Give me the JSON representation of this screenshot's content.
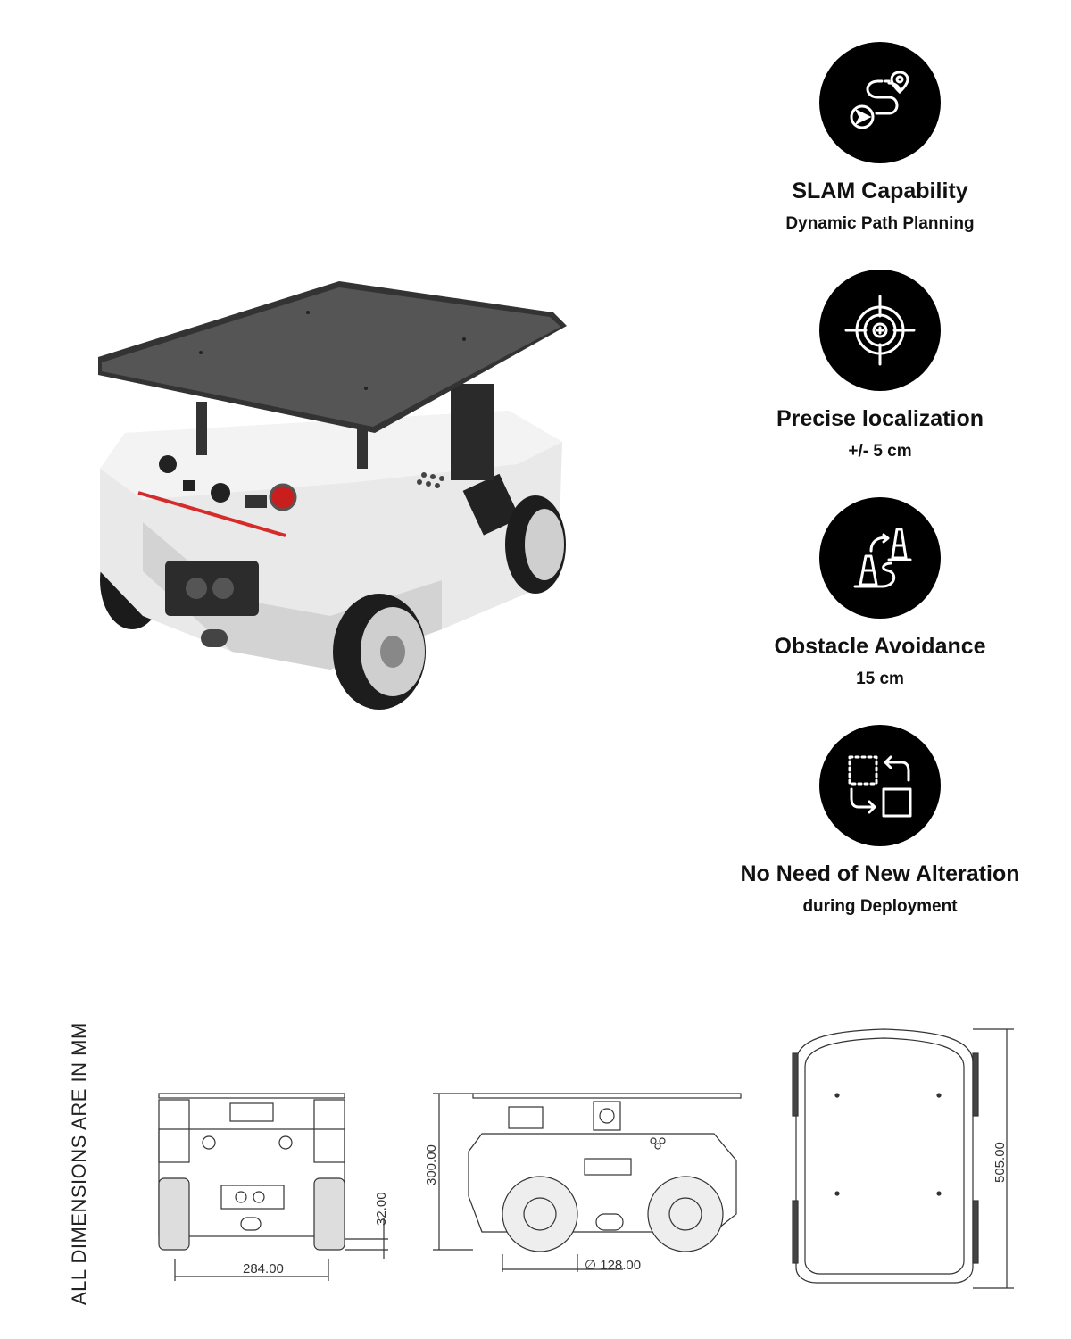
{
  "features": [
    {
      "title": "SLAM Capability",
      "subtitle": "Dynamic Path Planning",
      "icon": "route-path-icon"
    },
    {
      "title": "Precise localization",
      "subtitle": "+/- 5 cm",
      "icon": "crosshair-target-icon"
    },
    {
      "title": "Obstacle Avoidance",
      "subtitle": "15 cm",
      "icon": "traffic-cone-icon"
    },
    {
      "title": "No Need of New Alteration",
      "subtitle": "during Deployment",
      "icon": "transform-swap-icon"
    }
  ],
  "dimensions": {
    "note": "ALL DIMENSIONS ARE IN MM",
    "front_width": "284.00",
    "ground_clearance": "32.00",
    "height": "300.00",
    "wheel_diameter": "∅ 128.00",
    "length": "505.00"
  },
  "colors": {
    "badge": "#000000",
    "accent_red": "#d62b2b"
  }
}
